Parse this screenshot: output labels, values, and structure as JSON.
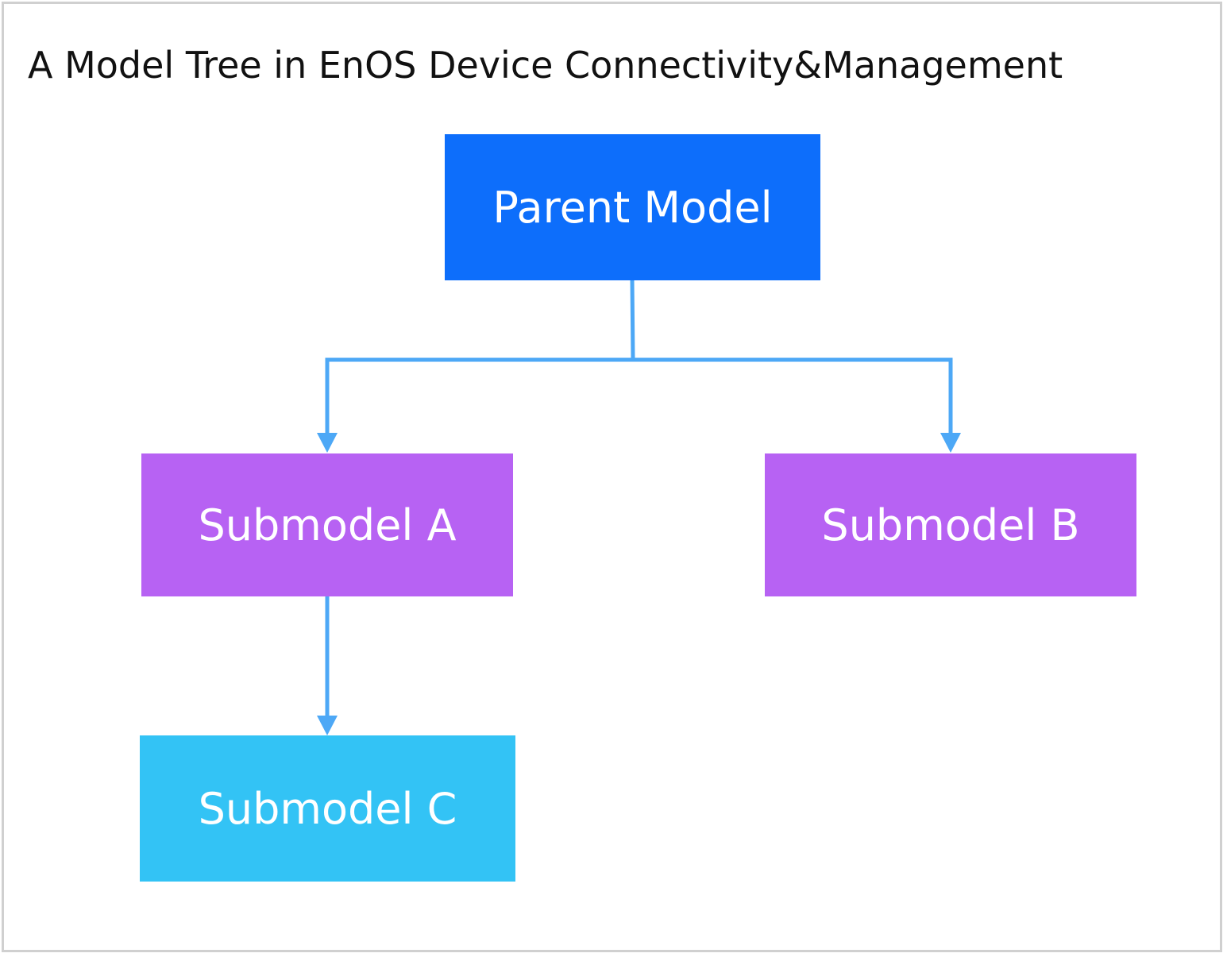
{
  "title": "A Model Tree in EnOS Device Connectivity&Management",
  "nodes": {
    "parent": {
      "label": "Parent Model",
      "color": "#0D6EFB"
    },
    "submodel_a": {
      "label": "Submodel A",
      "color": "#B762F3"
    },
    "submodel_b": {
      "label": "Submodel B",
      "color": "#B762F3"
    },
    "submodel_c": {
      "label": "Submodel C",
      "color": "#33C3F5"
    }
  },
  "edges": [
    {
      "from": "Parent Model",
      "to": "Submodel A"
    },
    {
      "from": "Parent Model",
      "to": "Submodel B"
    },
    {
      "from": "Submodel A",
      "to": "Submodel C"
    }
  ],
  "connector_color": "#4DA8F6",
  "border_color": "#D0D0D0"
}
